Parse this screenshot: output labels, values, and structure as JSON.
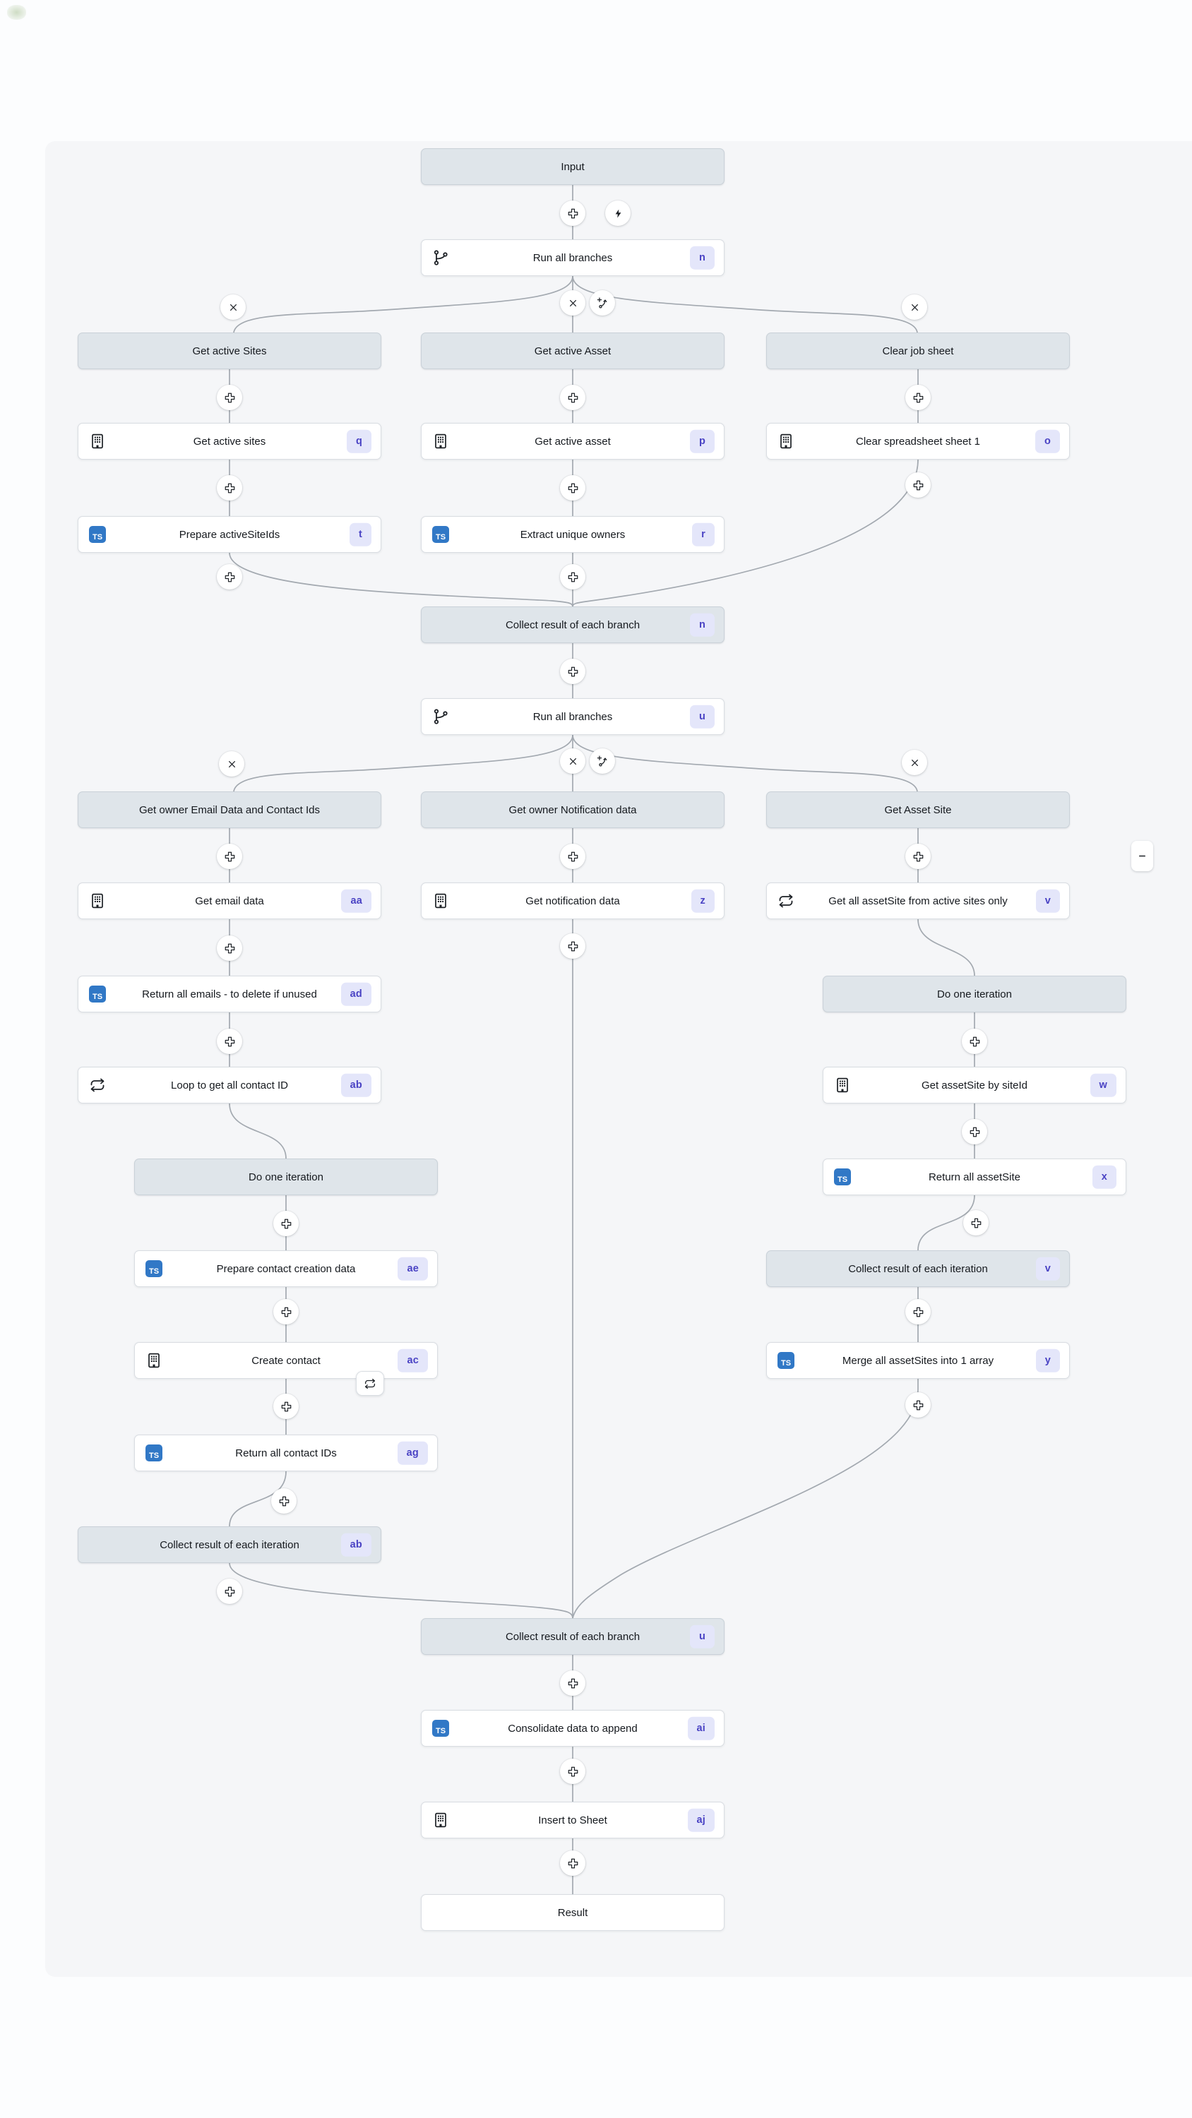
{
  "colors": {
    "page_bg": "#fcfdfe",
    "canvas_bg": "#f5f6f8",
    "node_bg": "#ffffff",
    "node_border": "#d9dde2",
    "header_bg": "#dfe5ea",
    "header_border": "#c9d1d8",
    "badge_bg": "#e4e6fa",
    "badge_text": "#4a43c4",
    "ts_bg": "#3178c6",
    "ts_text": "#ffffff",
    "connector": "#a3a9b0",
    "icon": "#1d2126",
    "text": "#15191e"
  },
  "icons": {
    "plus": "outlined-plus",
    "delete": "x-cross",
    "execute": "lightning-bolt",
    "branch": "git-branch",
    "add_branch": "git-branch-plus",
    "loop": "repeat-arrows",
    "code": "typescript-ts",
    "service": "building",
    "collapse": "minus"
  },
  "ts_label": "TS",
  "nodes": {
    "input": {
      "label": "Input"
    },
    "run1": {
      "label": "Run all branches",
      "badge": "n"
    },
    "h_sites": {
      "label": "Get active Sites"
    },
    "h_asset": {
      "label": "Get active Asset"
    },
    "h_clear": {
      "label": "Clear job sheet"
    },
    "get_sites": {
      "label": "Get active sites",
      "badge": "q"
    },
    "get_asset": {
      "label": "Get active asset",
      "badge": "p"
    },
    "clear_sheet": {
      "label": "Clear spreadsheet sheet 1",
      "badge": "o"
    },
    "prep_ids": {
      "label": "Prepare activeSiteIds",
      "badge": "t"
    },
    "extract_owners": {
      "label": "Extract unique owners",
      "badge": "r"
    },
    "collect_n": {
      "label": "Collect result of each branch",
      "badge": "n"
    },
    "run2": {
      "label": "Run all branches",
      "badge": "u"
    },
    "h_email": {
      "label": "Get owner Email Data and Contact Ids"
    },
    "h_notif": {
      "label": "Get owner Notification data"
    },
    "h_assetsite": {
      "label": "Get Asset Site"
    },
    "get_email": {
      "label": "Get email data",
      "badge": "aa"
    },
    "get_notif": {
      "label": "Get notification data",
      "badge": "z"
    },
    "get_all_assetsite": {
      "label": "Get all assetSite from active sites only",
      "badge": "v"
    },
    "return_emails": {
      "label": "Return all emails - to delete if unused",
      "badge": "ad"
    },
    "loop_contact": {
      "label": "Loop to get all contact ID",
      "badge": "ab"
    },
    "do_iter_left": {
      "label": "Do one iteration"
    },
    "prep_contact": {
      "label": "Prepare contact creation data",
      "badge": "ae"
    },
    "create_contact": {
      "label": "Create contact",
      "badge": "ac"
    },
    "return_contact_ids": {
      "label": "Return all contact IDs",
      "badge": "ag"
    },
    "collect_iter_left": {
      "label": "Collect result of each iteration",
      "badge": "ab"
    },
    "do_iter_right": {
      "label": "Do one iteration"
    },
    "get_assetsite_by_id": {
      "label": "Get assetSite by siteId",
      "badge": "w"
    },
    "return_assetsite": {
      "label": "Return all assetSite",
      "badge": "x"
    },
    "collect_iter_right": {
      "label": "Collect result of each iteration",
      "badge": "v"
    },
    "merge_assetsites": {
      "label": "Merge all assetSites into 1 array",
      "badge": "y"
    },
    "collect_u": {
      "label": "Collect result of each branch",
      "badge": "u"
    },
    "consolidate": {
      "label": "Consolidate data to append",
      "badge": "ai"
    },
    "insert_sheet": {
      "label": "Insert to Sheet",
      "badge": "aj"
    },
    "result": {
      "label": "Result"
    }
  }
}
